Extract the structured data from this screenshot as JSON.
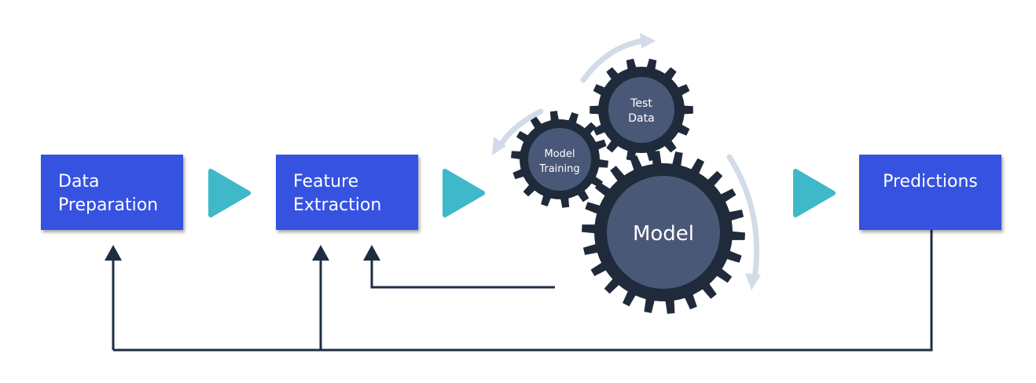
{
  "boxes": {
    "data_preparation": {
      "line1": "Data",
      "line2": "Preparation"
    },
    "feature_extraction": {
      "line1": "Feature",
      "line2": "Extraction"
    },
    "predictions": {
      "line1": "Predictions"
    }
  },
  "gears": {
    "model_training": {
      "line1": "Model",
      "line2": "Training"
    },
    "test_data": {
      "line1": "Test",
      "line2": "Data"
    },
    "model": {
      "line1": "Model"
    }
  },
  "colors": {
    "box_fill": "#3652e0",
    "arrow_teal": "#3fb8c9",
    "gear_dark": "#1f2a3a",
    "gear_inner": "#4a5878",
    "cycle_arrow": "#d3dbe8",
    "line": "#1f2d44"
  }
}
